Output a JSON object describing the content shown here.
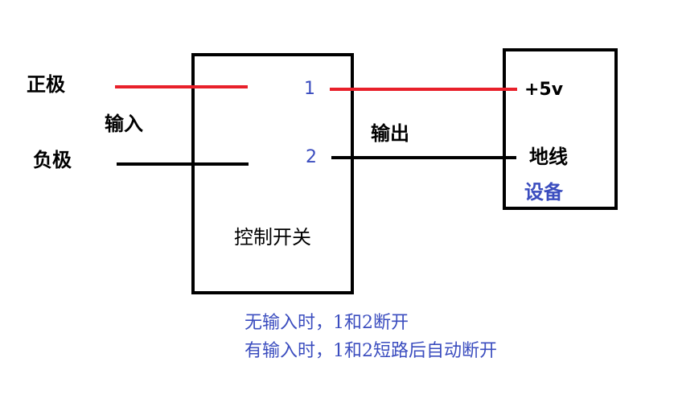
{
  "input": {
    "positive_label": "正极",
    "negative_label": "负极",
    "input_label": "输入"
  },
  "switch": {
    "title": "控制开关",
    "pin1": "1",
    "pin2": "2"
  },
  "output_label": "输出",
  "device": {
    "plus5v_label": "+5v",
    "ground_label": "地线",
    "title": "设备"
  },
  "notes": {
    "line1": "无输入时，1和2断开",
    "line2": "有输入时，1和2短路后自动断开"
  },
  "colors": {
    "positive_wire": "#e8202a",
    "ground_wire": "#000000",
    "annotation_text": "#3b4dbf"
  }
}
